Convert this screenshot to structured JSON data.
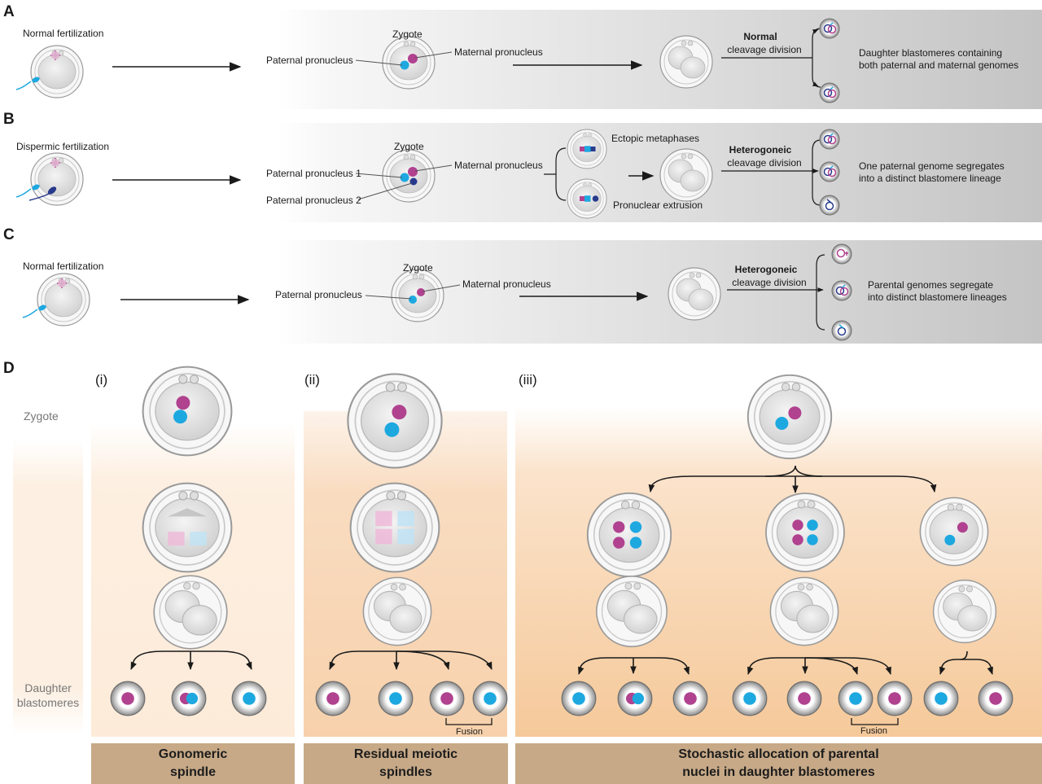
{
  "colors": {
    "maternal": "#b0428f",
    "paternal": "#1ea8e0",
    "paternal_dark": "#283a8c",
    "panel_gradient_end": "#c4c4c4",
    "peach": "#f5c99a",
    "label_box": "#c7a987"
  },
  "panel_a": {
    "letter": "A",
    "fertilization": "Normal fertilization",
    "zygote": "Zygote",
    "paternal": "Paternal pronucleus",
    "maternal": "Maternal pronucleus",
    "division_bold": "Normal",
    "division": "cleavage division",
    "outcome_1": "Daughter blastomeres containing",
    "outcome_2": "both paternal and maternal genomes"
  },
  "panel_b": {
    "letter": "B",
    "fertilization": "Dispermic fertilization",
    "zygote": "Zygote",
    "paternal_1": "Paternal pronucleus 1",
    "paternal_2": "Paternal pronucleus 2",
    "maternal": "Maternal pronucleus",
    "ectopic": "Ectopic metaphases",
    "extrusion": "Pronuclear extrusion",
    "division_bold": "Heterogoneic",
    "division": "cleavage division",
    "outcome_1": "One paternal genome segregates",
    "outcome_2": "into a distinct blastomere lineage"
  },
  "panel_c": {
    "letter": "C",
    "fertilization": "Normal fertilization",
    "zygote": "Zygote",
    "paternal": "Paternal pronucleus",
    "maternal": "Maternal pronucleus",
    "division_bold": "Heterogoneic",
    "division": "cleavage division",
    "outcome_1": "Parental genomes segregate",
    "outcome_2": "into distinct blastomere lineages"
  },
  "panel_d": {
    "letter": "D",
    "zygote": "Zygote",
    "daughter_1": "Daughter",
    "daughter_2": "blastomeres",
    "col_i": "(i)",
    "col_ii": "(ii)",
    "col_iii": "(iii)",
    "fusion": "Fusion",
    "box_i_1": "Gonomeric",
    "box_i_2": "spindle",
    "box_ii_1": "Residual meiotic",
    "box_ii_2": "spindles",
    "box_iii_1": "Stochastic allocation of parental",
    "box_iii_2": "nuclei in daughter blastomeres"
  }
}
